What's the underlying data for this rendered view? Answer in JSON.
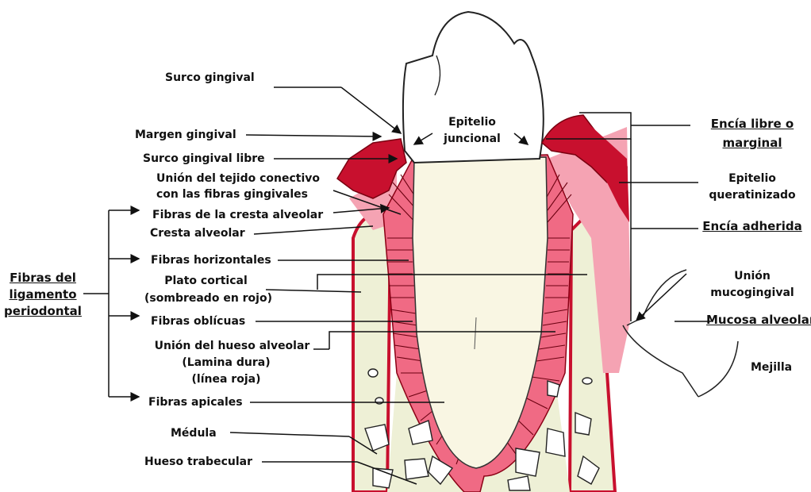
{
  "labels": {
    "surco_gingival": "Surco gingival",
    "margen_gingival": "Margen gingival",
    "surco_gingival_libre": "Surco gingival libre",
    "union_tejido_1": "Unión del tejido conectivo",
    "union_tejido_2": "con las fibras gingivales",
    "fibras_cresta": "Fibras de la cresta alveolar",
    "cresta_alveolar": "Cresta alveolar",
    "fibras_horizontales": "Fibras horizontales",
    "plato_cortical_1": "Plato cortical",
    "plato_cortical_2": "(sombreado en rojo)",
    "fibras_obliquas": "Fibras oblícuas",
    "union_hueso_1": "Unión del hueso alveolar",
    "union_hueso_2": "(Lamina dura)",
    "union_hueso_3": "(línea roja)",
    "fibras_apicales": "Fibras apicales",
    "medula": "Médula",
    "hueso_trabecular": "Hueso trabecular",
    "ligamento_1": "Fibras del",
    "ligamento_2": "ligamento",
    "ligamento_3": "periodontal",
    "epitelio_1": "Epitelio",
    "epitelio_2": "juncional",
    "encia_libre_1": "Encía libre o",
    "encia_libre_2": "marginal",
    "epitelio_queratinizado_1": "Epitelio",
    "epitelio_queratinizado_2": "queratinizado",
    "encia_adherida": "Encía adherida",
    "union_mucogingival_1": "Unión",
    "union_mucogingival_2": "mucogingival",
    "mucosa_alveolar": "Mucosa alveolar",
    "mejilla": "Mejilla"
  },
  "colors": {
    "gingiva_red": "#c8102e",
    "ligament_pink": "#f06a84",
    "soft_pink": "#f5a3b3",
    "bone_cream": "#eef0d6",
    "enamel_white": "#ffffff",
    "root_cream": "#f9f6e3"
  }
}
